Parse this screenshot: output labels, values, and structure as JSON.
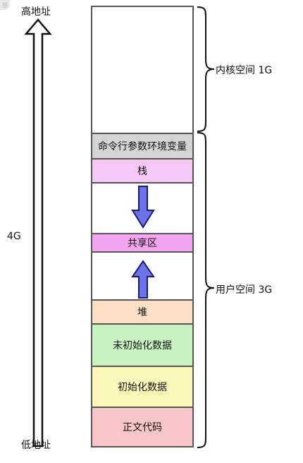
{
  "axis": {
    "high_label": "高地址",
    "mid_label": "4G",
    "low_label": "低地址"
  },
  "segments": {
    "kernel": "",
    "args_env": "命令行参数环境变量",
    "stack": "栈",
    "gap_upper": "",
    "shared": "共享区",
    "gap_lower": "",
    "heap": "堆",
    "bss": "未初始化数据",
    "data": "初始化数据",
    "text": "正文代码"
  },
  "braces": {
    "kernel_label": "内核空间 1G",
    "user_label": "用户空间 3G"
  },
  "colors": {
    "kernel": "#ffffff",
    "args_env": "#d4d4d4",
    "stack": "#f7c8f5",
    "shared": "#f2a6ef",
    "heap": "#fbe0c6",
    "bss": "#c8f2c0",
    "data": "#fbf7b8",
    "text": "#f6c6c8",
    "arrow_fill": "#6b74e6",
    "arrow_stroke": "#1a1a6e"
  },
  "corner_mark": "感"
}
